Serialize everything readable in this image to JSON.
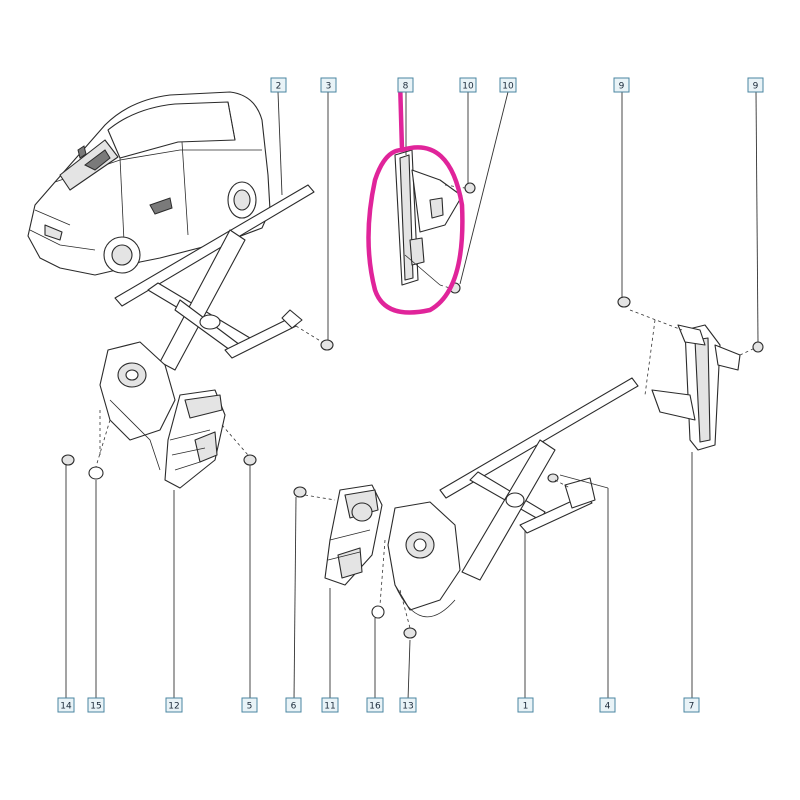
{
  "callouts": [
    {
      "id": "c2",
      "label": "2"
    },
    {
      "id": "c3",
      "label": "3"
    },
    {
      "id": "c8",
      "label": "8"
    },
    {
      "id": "c10a",
      "label": "10"
    },
    {
      "id": "c10b",
      "label": "10"
    },
    {
      "id": "c9a",
      "label": "9"
    },
    {
      "id": "c9b",
      "label": "9"
    },
    {
      "id": "c14",
      "label": "14"
    },
    {
      "id": "c15",
      "label": "15"
    },
    {
      "id": "c12",
      "label": "12"
    },
    {
      "id": "c5",
      "label": "5"
    },
    {
      "id": "c6",
      "label": "6"
    },
    {
      "id": "c11",
      "label": "11"
    },
    {
      "id": "c16",
      "label": "16"
    },
    {
      "id": "c13",
      "label": "13"
    },
    {
      "id": "c1",
      "label": "1"
    },
    {
      "id": "c4",
      "label": "4"
    },
    {
      "id": "c7",
      "label": "7"
    }
  ],
  "colors": {
    "highlight": "#e0249a",
    "callout_border": "#4a86a0",
    "callout_fill": "#e9f3f7",
    "line": "#2b2b2b"
  }
}
